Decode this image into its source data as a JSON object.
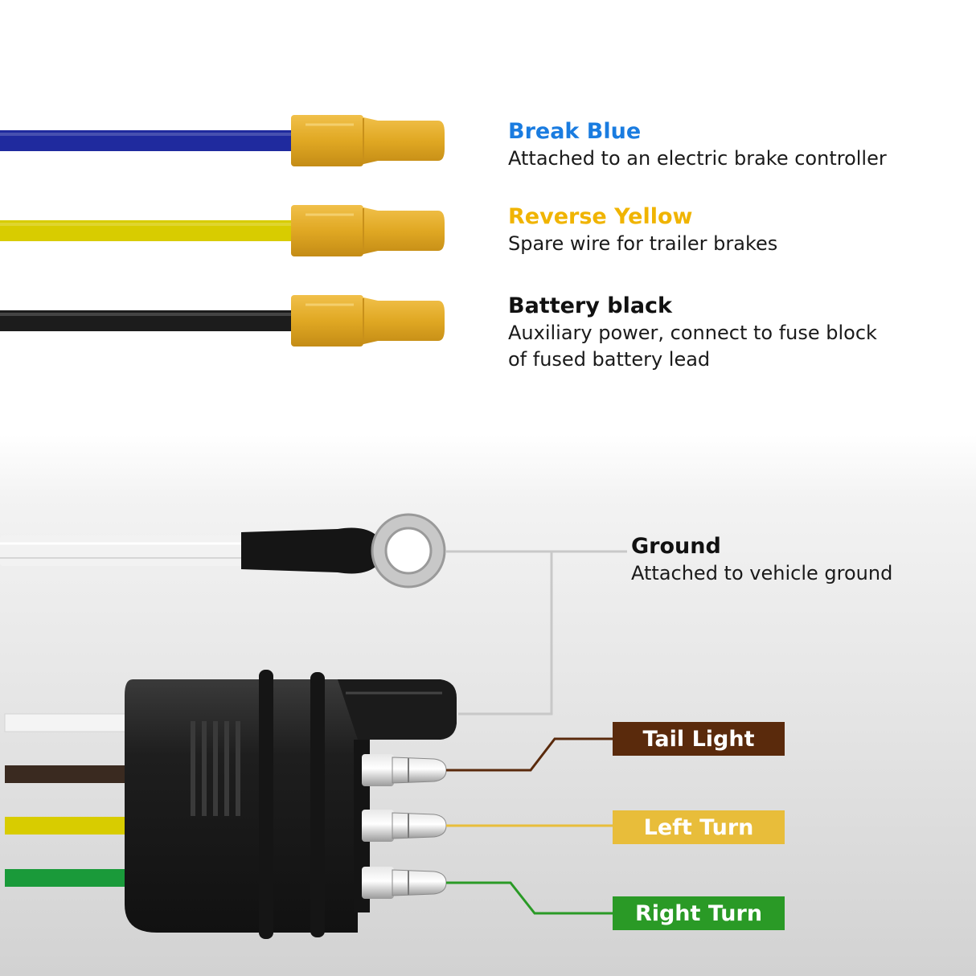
{
  "wires_top": [
    {
      "title": "Break  Blue",
      "title_color": "#1a7ce0",
      "desc_lines": [
        "Attached to an electric brake controller"
      ],
      "wire_color": "#1f2a9e"
    },
    {
      "title": "Reverse Yellow",
      "title_color": "#f0b400",
      "desc_lines": [
        "Spare wire for trailer brakes"
      ],
      "wire_color": "#d8cc00"
    },
    {
      "title": "Battery black",
      "title_color": "#111111",
      "desc_lines": [
        "Auxiliary power, connect to fuse block",
        "of fused battery lead"
      ],
      "wire_color": "#1c1c1c"
    }
  ],
  "ground": {
    "title": "Ground",
    "desc": "Attached to vehicle ground",
    "wire_color": "#f2f2f2"
  },
  "connector_pins": [
    {
      "label": "Tail Light",
      "badge_color": "#5a2a0c",
      "wire_color": "#3a2a20",
      "leader_color": "#5a2a0c"
    },
    {
      "label": "Left Turn",
      "badge_color": "#e8bd3a",
      "wire_color": "#d8cc00",
      "leader_color": "#e8bd3a"
    },
    {
      "label": "Right Turn",
      "badge_color": "#2a9a26",
      "wire_color": "#1a9a3a",
      "leader_color": "#2a9a26"
    }
  ],
  "colors": {
    "terminal": "#e0a823",
    "terminal_shade": "#c8901a",
    "connector": "#1e1e1e",
    "ring": "#bdbdbd",
    "leader": "#c8c8c8"
  }
}
